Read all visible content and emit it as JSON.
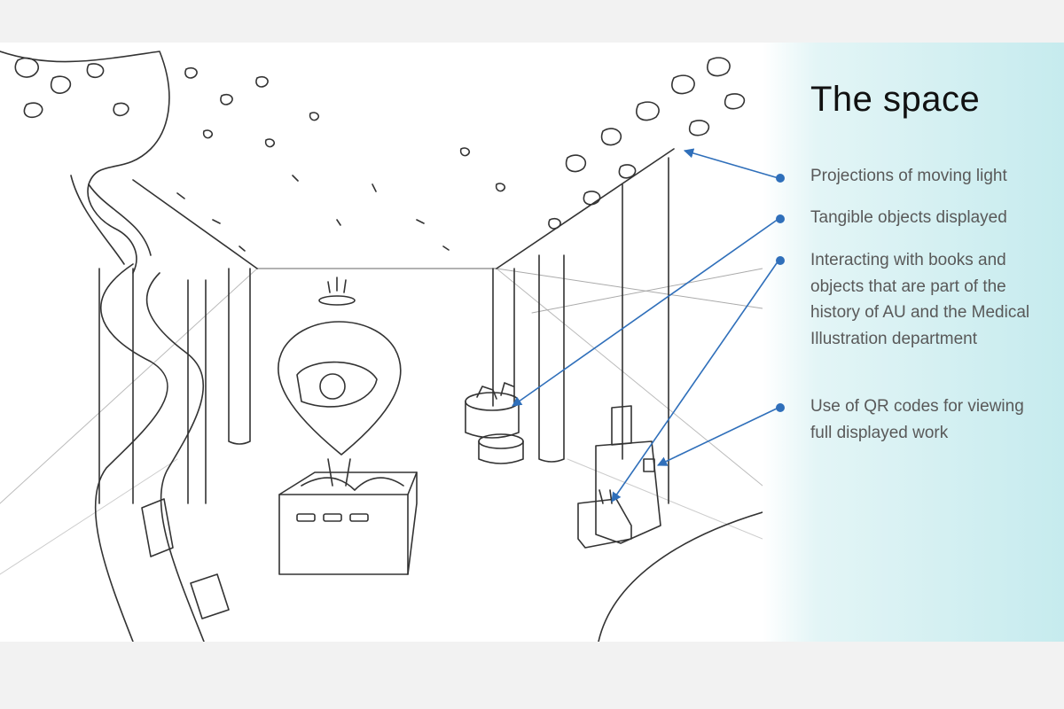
{
  "slide": {
    "title": "The space",
    "bullets": [
      {
        "text": "Projections of moving light"
      },
      {
        "text": "Tangible objects displayed"
      },
      {
        "text": "Interacting with books and objects that are part of the history of AU and the Medical Illustration department"
      },
      {
        "text": "Use of QR codes for viewing full displayed work"
      }
    ]
  },
  "colors": {
    "accent": "#2f6fba",
    "panel": "#c6ebee",
    "text": "#595959"
  },
  "illustration": {
    "name": "gallery-space-sketch"
  }
}
